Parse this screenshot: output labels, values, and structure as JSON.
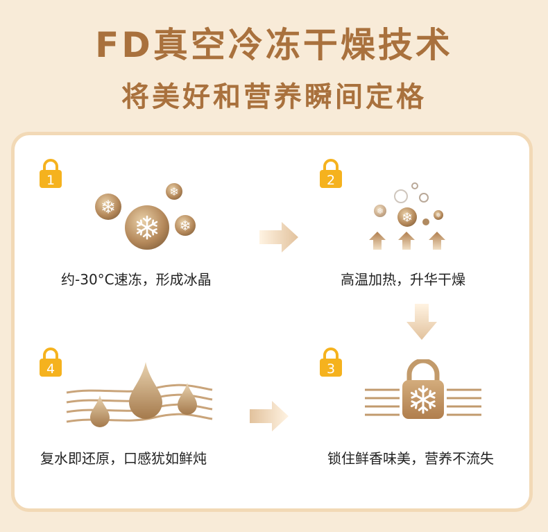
{
  "header": {
    "title": "FD真空冷冻干燥技术",
    "subtitle": "将美好和营养瞬间定格"
  },
  "steps": [
    {
      "number": "1",
      "text": "约-30°C速冻，形成冰晶"
    },
    {
      "number": "2",
      "text": "高温加热，升华干燥"
    },
    {
      "number": "3",
      "text": "锁住鲜香味美，营养不流失"
    },
    {
      "number": "4",
      "text": "复水即还原，口感犹如鲜炖"
    }
  ],
  "colors": {
    "accent_gold": "#a9713d",
    "badge_yellow": "#f5b21e",
    "card_border": "#f2d9b6",
    "background": "#f8ebd8"
  }
}
